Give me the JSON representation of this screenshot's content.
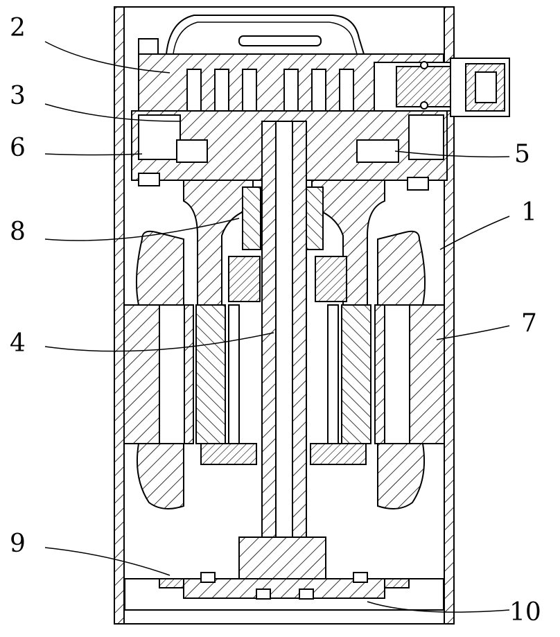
{
  "labels": {
    "l1": "1",
    "l2": "2",
    "l3": "3",
    "l4": "4",
    "l5": "5",
    "l6": "6",
    "l7": "7",
    "l8": "8",
    "l9": "9",
    "l10": "10"
  },
  "colors": {
    "line": "#000000",
    "background": "#ffffff"
  }
}
